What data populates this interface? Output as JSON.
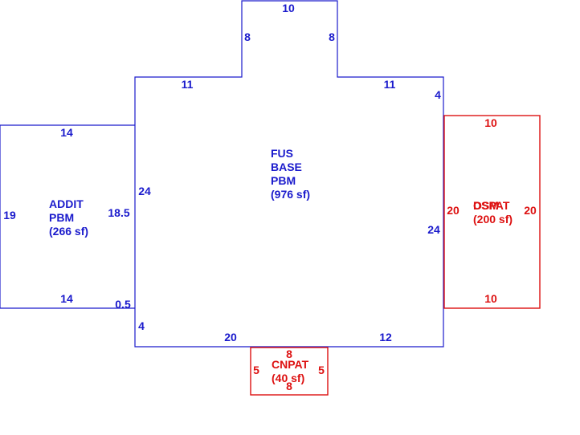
{
  "areas": [
    {
      "id": "fus",
      "lines": [
        "FUS",
        "BASE",
        "PBM",
        "(976 sf)"
      ],
      "color": "#1a1acc"
    },
    {
      "id": "addit",
      "lines": [
        "ADDIT",
        "PBM",
        "(266 sf)"
      ],
      "color": "#1a1acc"
    },
    {
      "id": "osm",
      "lines": [
        "OSM",
        "DSPAT",
        "(200 sf)"
      ],
      "color": "#dd1111"
    },
    {
      "id": "cnpat",
      "lines": [
        "CNPAT",
        "(40 sf)"
      ],
      "color": "#dd1111"
    }
  ],
  "dimensions": {
    "fus_top_wing": "10",
    "fus_wing_left": "8",
    "fus_wing_right": "8",
    "fus_top_left": "11",
    "fus_top_right": "11",
    "fus_right_short": "4",
    "fus_left": "24",
    "fus_right": "24",
    "fus_left_step": "0.5",
    "fus_left_lower": "4",
    "fus_bottom_left": "20",
    "fus_bottom_right": "12",
    "addit_top": "14",
    "addit_bottom": "14",
    "addit_left": "19",
    "addit_right": "18.5",
    "osm_top": "10",
    "osm_bottom": "10",
    "osm_left": "20",
    "osm_right": "20",
    "cnpat_top": "8",
    "cnpat_bottom": "8",
    "cnpat_left": "5",
    "cnpat_right": "5"
  }
}
